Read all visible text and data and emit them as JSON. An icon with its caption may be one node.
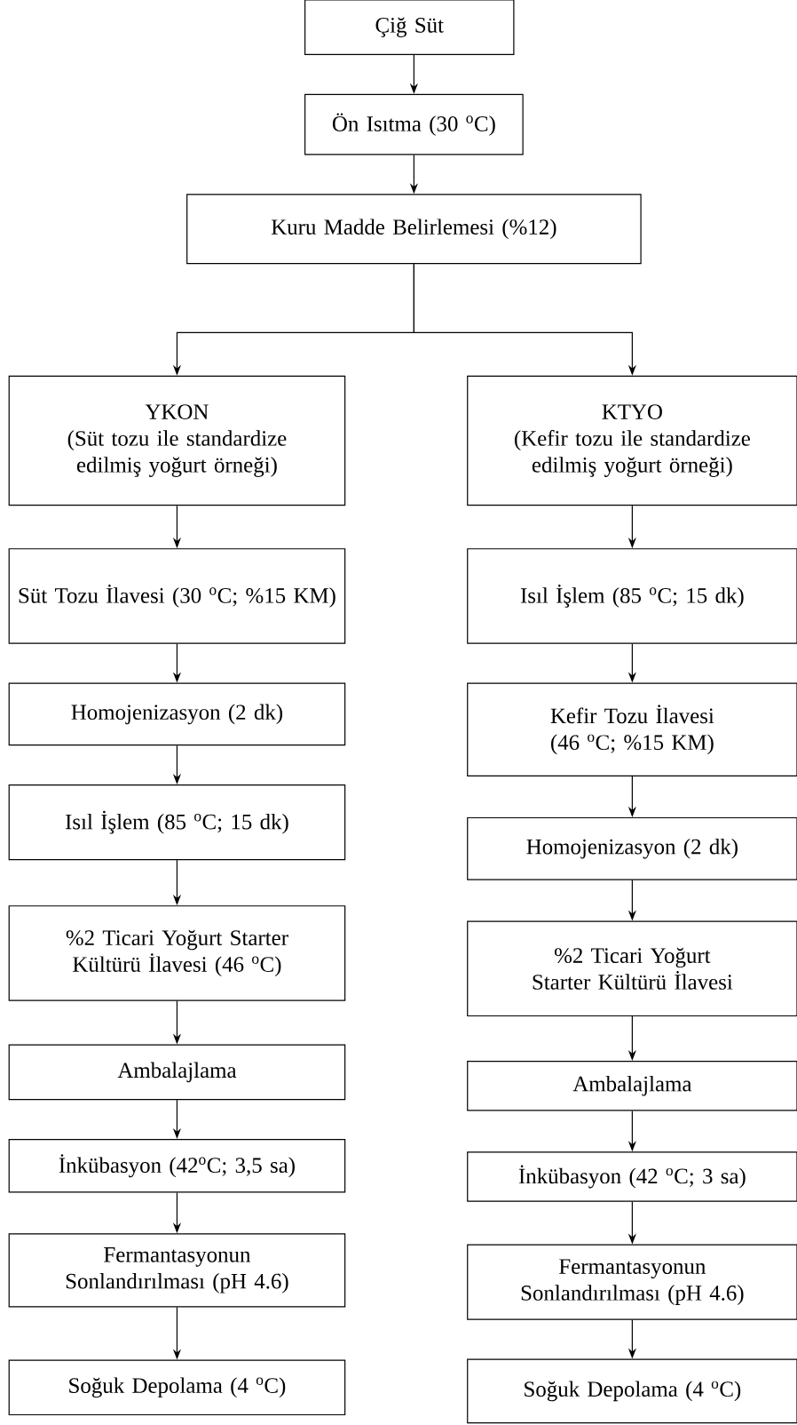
{
  "diagram": {
    "nodes": [
      {
        "text": [
          "Çiğ Süt"
        ]
      },
      {
        "text": [
          "Ön Isıtma (30 $^{o}$C)"
        ]
      },
      {
        "text": [
          "Kuru Madde Belirlemesi (%12)"
        ]
      },
      {
        "text": [
          "YKON",
          "(Süt tozu ile standardize edilmiş yoğurt örneği)"
        ]
      },
      {
        "text": [
          "KTYO",
          "(Kefir tozu ile standardize edilmiş yoğurt örneği)"
        ]
      },
      {
        "text": [
          "Süt Tozu İlavesi (30 $^{o}$C; %15 KM)"
        ]
      },
      {
        "text": [
          "Homojenizasyon (2 dk)"
        ]
      },
      {
        "text": [
          "Isıl İşlem (85 $^{o}$C; 15 dk)"
        ]
      },
      {
        "text": [
          "%2 Ticari Yoğurt Starter Kültürü İlavesi (46 $^{o}$C)"
        ]
      },
      {
        "text": [
          "Ambalajlama"
        ]
      },
      {
        "text": [
          "İnkübasyon (42$^{o}$C; 3,5 sa)"
        ]
      },
      {
        "text": [
          "Fermantasyonun Sonlandırılması (pH 4.6)"
        ]
      },
      {
        "text": [
          "Soğuk Depolama (4 $^{o}$C)"
        ]
      },
      {
        "text": [
          "Isıl İşlem (85 $^{o}$C; 15 dk)"
        ]
      },
      {
        "text": [
          "Kefir Tozu İlavesi (46 $^{o}$C; %15 KM)"
        ]
      },
      {
        "text": [
          "Homojenizasyon (2 dk)"
        ]
      },
      {
        "text": [
          "%2 Ticari Yoğurt Starter Kültürü İlavesi"
        ]
      },
      {
        "text": [
          "Ambalajlama"
        ]
      },
      {
        "text": [
          "İnkübasyon (42 $^{o}$C; 3 sa)"
        ]
      },
      {
        "text": [
          "Fermantasyonun Sonlandırılması (pH 4.6)"
        ]
      },
      {
        "text": [
          "Soğuk Depolama (4 $^{o}$C)"
        ]
      }
    ],
    "edges": [
      {
        "from": 0,
        "to": 1,
        "arrow": "to"
      },
      {
        "from": 1,
        "to": 2,
        "arrow": "to"
      },
      {
        "from": 2,
        "to": 3,
        "arrow": "to"
      },
      {
        "from": 2,
        "to": 4,
        "arrow": "to"
      },
      {
        "from": 3,
        "to": 5,
        "arrow": "to"
      },
      {
        "from": 5,
        "to": 6,
        "arrow": "to"
      },
      {
        "from": 6,
        "to": 7,
        "arrow": "to"
      },
      {
        "from": 7,
        "to": 8,
        "arrow": "to"
      },
      {
        "from": 8,
        "to": 9,
        "arrow": "to"
      },
      {
        "from": 9,
        "to": 10,
        "arrow": "to"
      },
      {
        "from": 10,
        "to": 11,
        "arrow": "to"
      },
      {
        "from": 11,
        "to": 12,
        "arrow": "to"
      },
      {
        "from": 4,
        "to": 13,
        "arrow": "to"
      },
      {
        "from": 13,
        "to": 14,
        "arrow": "to"
      },
      {
        "from": 14,
        "to": 15,
        "arrow": "to"
      },
      {
        "from": 15,
        "to": 16,
        "arrow": "to"
      },
      {
        "from": 16,
        "to": 17,
        "arrow": "to"
      },
      {
        "from": 17,
        "to": 18,
        "arrow": "to"
      },
      {
        "from": 18,
        "to": 19,
        "arrow": "to"
      },
      {
        "from": 19,
        "to": 20,
        "arrow": "to"
      }
    ]
  }
}
